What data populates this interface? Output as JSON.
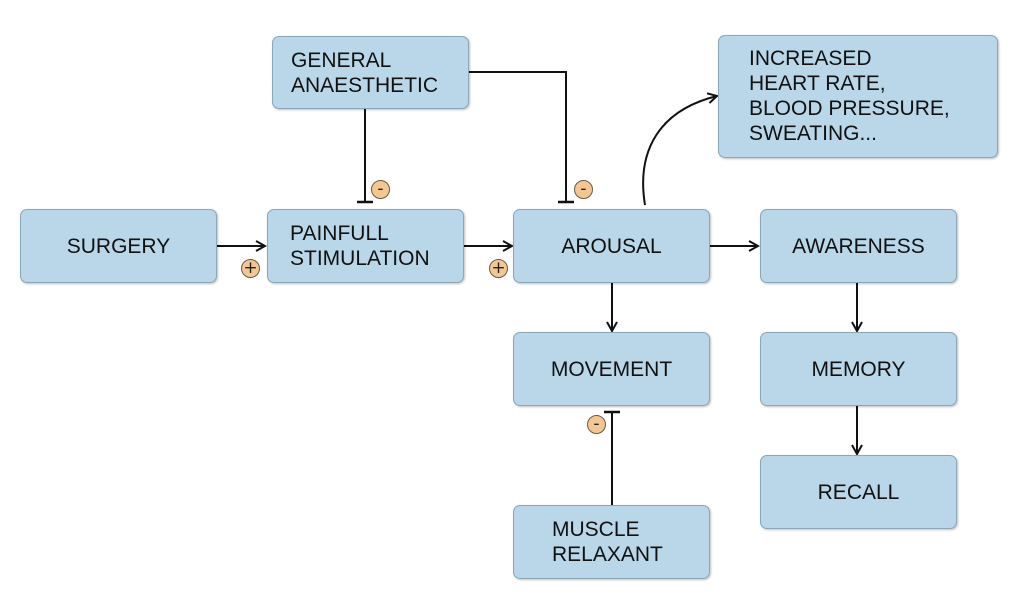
{
  "nodes": {
    "general_anaesthetic": [
      "GENERAL",
      "ANAESTHETIC"
    ],
    "increased_heart_rate": [
      "INCREASED",
      "HEART RATE,",
      "BLOOD PRESSURE,",
      "SWEATING..."
    ],
    "surgery": [
      "SURGERY"
    ],
    "painful_stimulation": [
      "PAINFULL",
      "STIMULATION"
    ],
    "arousal": [
      "AROUSAL"
    ],
    "awareness": [
      "AWARENESS"
    ],
    "movement": [
      "MOVEMENT"
    ],
    "memory": [
      "MEMORY"
    ],
    "recall": [
      "RECALL"
    ],
    "muscle_relaxant": [
      "MUSCLE",
      "RELAXANT"
    ]
  },
  "edge_signs": {
    "surgery_to_painful": "+",
    "painful_to_arousal": "+",
    "anaesthetic_to_painful": "-",
    "anaesthetic_to_arousal": "-",
    "relaxant_to_movement": "-"
  },
  "colors": {
    "node_fill": "#b9d7e9",
    "node_border": "#8ba6b8",
    "sign_fill": "#f4c692",
    "edge": "#111111"
  }
}
